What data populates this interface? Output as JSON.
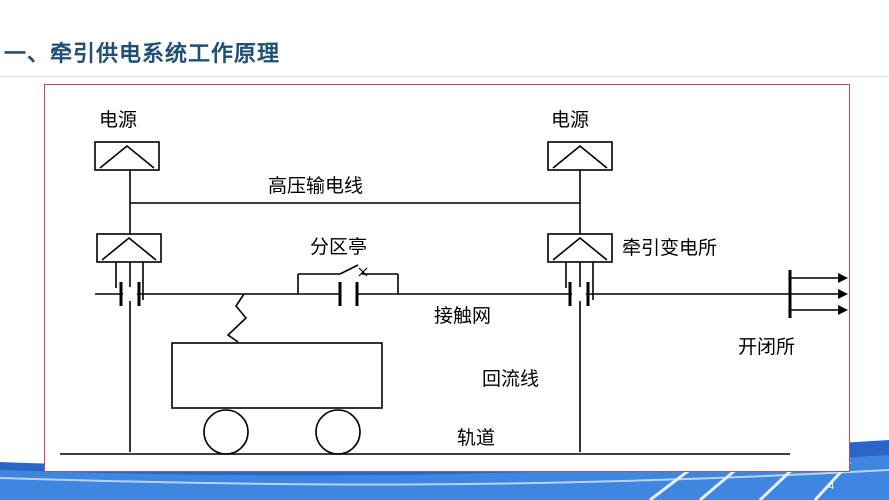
{
  "slide": {
    "title": "一、牵引供电系统工作原理",
    "page_number": "4"
  },
  "labels": {
    "power_source_left": "电源",
    "power_source_right": "电源",
    "hv_line": "高压输电线",
    "section_post": "分区亭",
    "traction_substation": "牵引变电所",
    "catenary": "接触网",
    "switching_station": "开闭所",
    "return_line": "回流线",
    "rail": "轨道"
  },
  "colors": {
    "title": "#1f4e79",
    "frame_border": "#c0504d",
    "line": "#000000",
    "footer_blue": "#1e4fa8"
  }
}
